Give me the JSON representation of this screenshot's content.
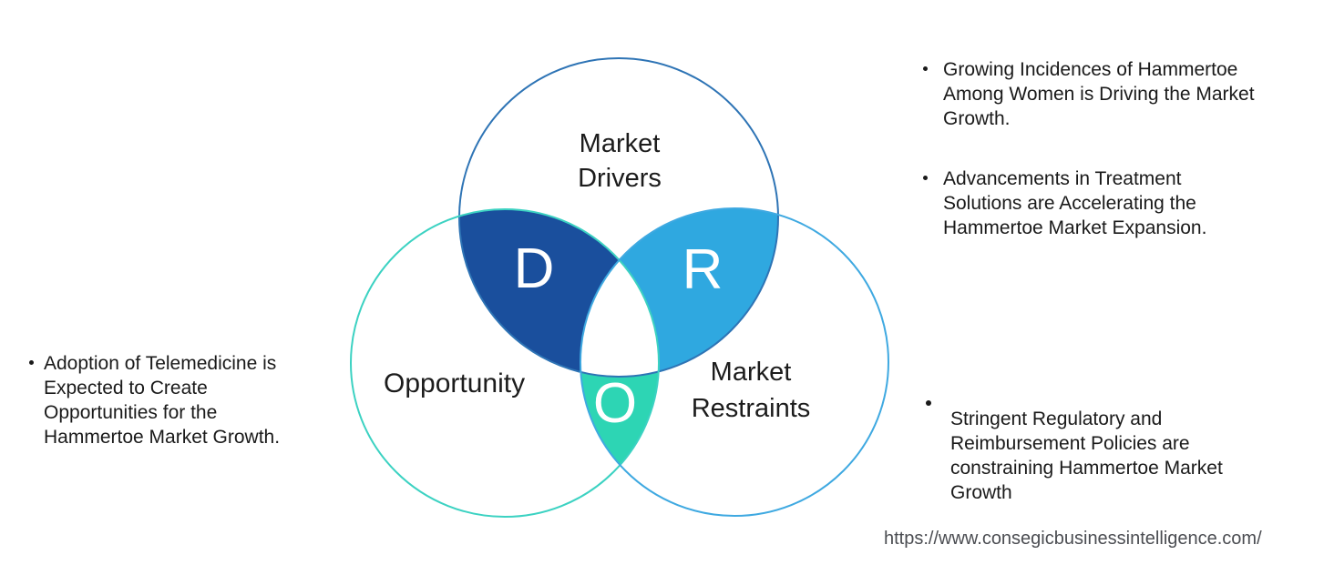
{
  "diagram": {
    "type": "venn-3",
    "drivers": {
      "label_line1": "Market",
      "label_line2": "Drivers",
      "letter": "D"
    },
    "restraints": {
      "label_line1": "Market",
      "label_line2": "Restraints",
      "letter": "R"
    },
    "opportunity": {
      "label": "Opportunity",
      "letter": "O"
    },
    "colors": {
      "petal_d": "#1A4F9D",
      "petal_r": "#2FA8E0",
      "petal_o": "#2DD5B4",
      "stroke_top": "#2E74B5",
      "stroke_right": "#3FA9E1",
      "stroke_left": "#3CD2C2",
      "letter_text": "#FFFFFF",
      "body_text": "#1A1A1A",
      "url_text": "#4B4D52"
    }
  },
  "bullets": {
    "b1": {
      "lines": [
        "Growing Incidences of Hammertoe",
        "Among Women is Driving the Market",
        "Growth."
      ]
    },
    "b2": {
      "lines": [
        "Advancements in Treatment",
        "Solutions are Accelerating the",
        "Hammertoe Market Expansion."
      ]
    },
    "b3": {
      "lines": [
        "Adoption of Telemedicine is",
        "Expected to Create",
        "Opportunities for the",
        "Hammertoe Market Growth."
      ]
    },
    "b4": {
      "lines": [
        "Stringent Regulatory and",
        "Reimbursement Policies are",
        "constraining Hammertoe Market",
        "Growth"
      ]
    }
  },
  "footer": {
    "url": "https://www.consegicbusinessintelligence.com/"
  }
}
